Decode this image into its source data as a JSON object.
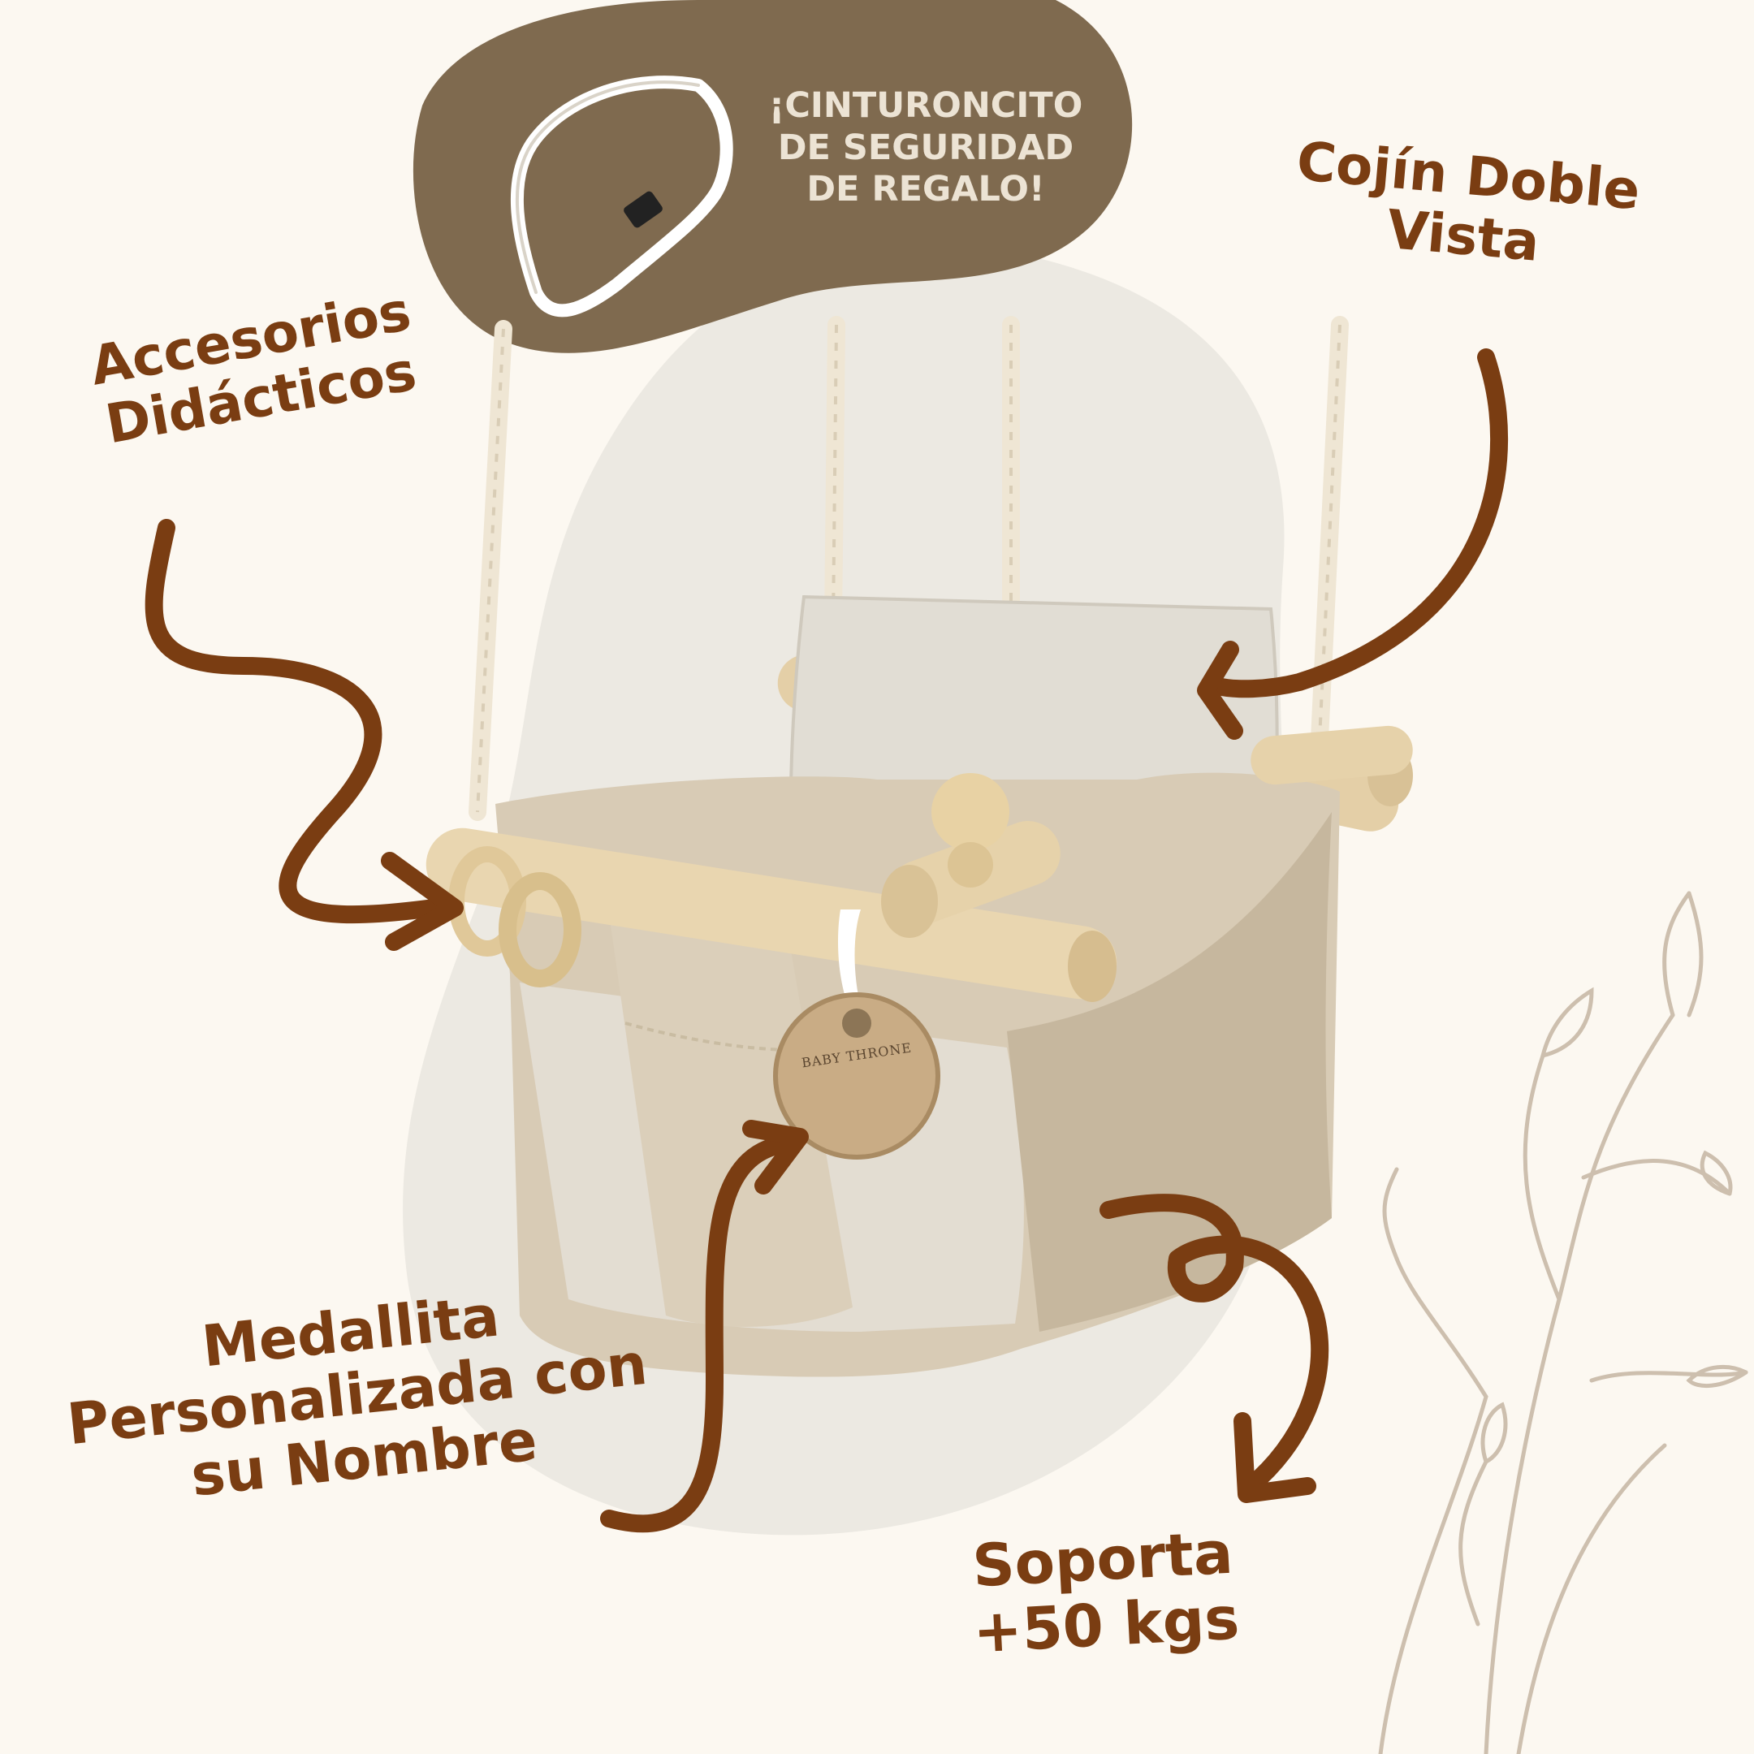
{
  "badge": {
    "lines": [
      "¡CINTURONCITO",
      "DE SEGURIDAD",
      "DE REGALO!"
    ]
  },
  "callouts": {
    "accesorios": [
      "Accesorios",
      "Didácticos"
    ],
    "cojin": [
      "Cojín Doble",
      "Vista"
    ],
    "medallita": [
      "Medallita",
      "Personalizada con",
      "su Nombre"
    ],
    "soporta": [
      "Soporta",
      "+50 kgs"
    ]
  },
  "medallion": {
    "brand": "BABY THRONE"
  },
  "icons": [
    "safety-belt-icon",
    "baby-swing-image",
    "arrow-icon",
    "leaf-branch-icon"
  ],
  "colors": {
    "background": "#fcf8f1",
    "blob": "#ece9e2",
    "badge": "#7f6a4f",
    "label_text": "#7a3d12",
    "badge_text": "#ece3d4",
    "fabric": "#d8cbb5",
    "wood": "#e4cfa7"
  }
}
